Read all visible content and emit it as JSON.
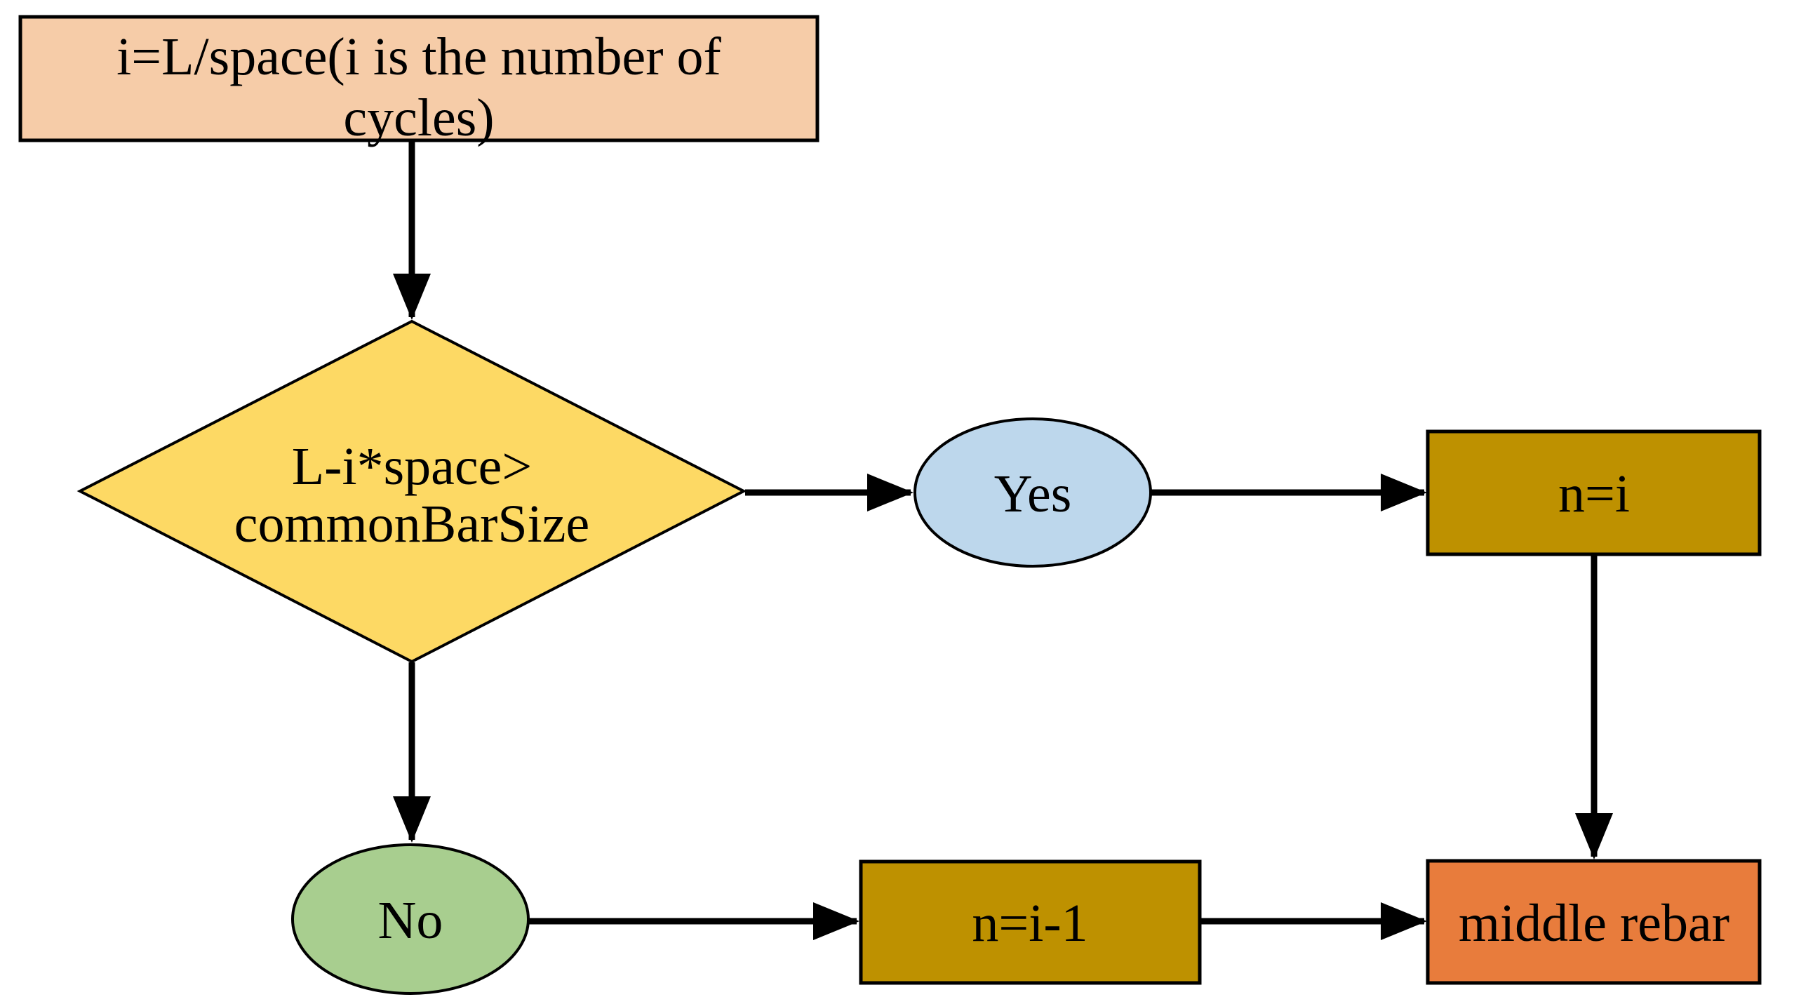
{
  "diagram": {
    "type": "flowchart",
    "background": "#FFFFFF",
    "stroke_color": "#000000",
    "nodes": {
      "start": {
        "shape": "rectangle",
        "line1": "i=L/space(i is the number of",
        "line2": "cycles)",
        "fill": "#F6CCA8"
      },
      "decision": {
        "shape": "diamond",
        "line1": "L-i*space>",
        "line2": "commonBarSize",
        "fill": "#FDD964"
      },
      "yes": {
        "shape": "ellipse",
        "label": "Yes",
        "fill": "#BDD7EC"
      },
      "no": {
        "shape": "ellipse",
        "label": "No",
        "fill": "#A8CE8F"
      },
      "n_eq_i": {
        "shape": "rectangle",
        "label": "n=i",
        "fill": "#BE9100"
      },
      "n_eq_i_minus_1": {
        "shape": "rectangle",
        "label": "n=i-1",
        "fill": "#BE9100"
      },
      "middle_rebar": {
        "shape": "rectangle",
        "label": "middle rebar",
        "fill": "#E87C3C"
      }
    },
    "edges": [
      {
        "from": "start",
        "to": "decision"
      },
      {
        "from": "decision",
        "to": "yes"
      },
      {
        "from": "yes",
        "to": "n_eq_i"
      },
      {
        "from": "n_eq_i",
        "to": "middle_rebar"
      },
      {
        "from": "decision",
        "to": "no"
      },
      {
        "from": "no",
        "to": "n_eq_i_minus_1"
      },
      {
        "from": "n_eq_i_minus_1",
        "to": "middle_rebar"
      }
    ]
  }
}
